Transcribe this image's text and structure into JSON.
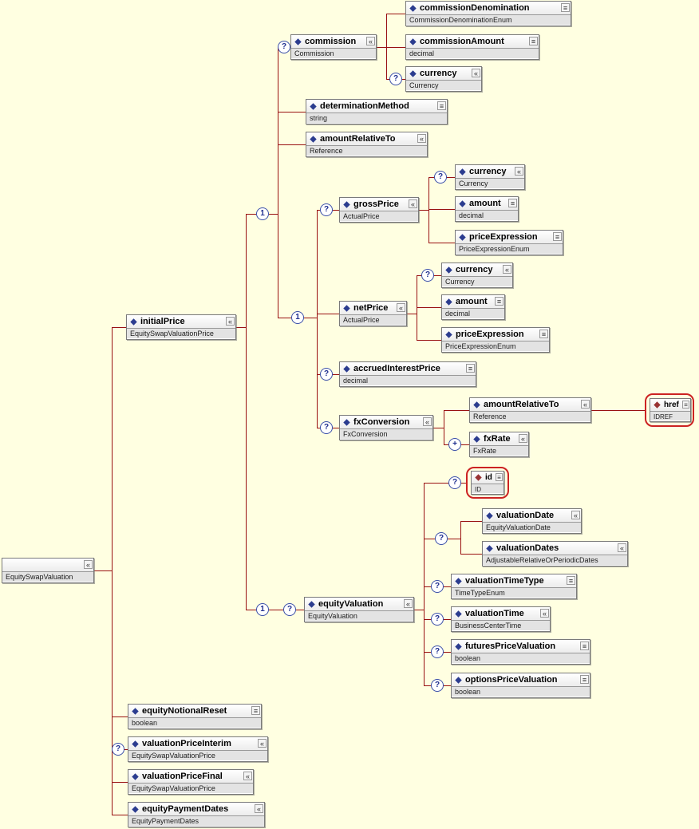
{
  "app": {
    "description": "XML schema diagram",
    "root_element": "EquitySwapValuation"
  },
  "indicators": {
    "optional": "?",
    "choice": "1",
    "one_or_more": "+"
  },
  "colors": {
    "background": "#FFFFE1",
    "connector": "#991111",
    "element_accent": "#2B3C8F",
    "attribute_accent": "#993333",
    "attribute_outline": "#CC2222"
  },
  "nodes": {
    "root": {
      "name": "",
      "type": "EquitySwapValuation"
    },
    "initialPrice": {
      "name": "initialPrice",
      "type": "EquitySwapValuationPrice"
    },
    "commission": {
      "name": "commission",
      "type": "Commission"
    },
    "commissionDenomination": {
      "name": "commissionDenomination",
      "type": "CommissionDenominationEnum"
    },
    "commissionAmount": {
      "name": "commissionAmount",
      "type": "decimal"
    },
    "currencyCommission": {
      "name": "currency",
      "type": "Currency"
    },
    "determinationMethod": {
      "name": "determinationMethod",
      "type": "string"
    },
    "amountRelativeTo": {
      "name": "amountRelativeTo",
      "type": "Reference"
    },
    "grossPrice": {
      "name": "grossPrice",
      "type": "ActualPrice"
    },
    "currencyGross": {
      "name": "currency",
      "type": "Currency"
    },
    "amountGross": {
      "name": "amount",
      "type": "decimal"
    },
    "priceExpressionGross": {
      "name": "priceExpression",
      "type": "PriceExpressionEnum"
    },
    "netPrice": {
      "name": "netPrice",
      "type": "ActualPrice"
    },
    "currencyNet": {
      "name": "currency",
      "type": "Currency"
    },
    "amountNet": {
      "name": "amount",
      "type": "decimal"
    },
    "priceExpressionNet": {
      "name": "priceExpression",
      "type": "PriceExpressionEnum"
    },
    "accruedInterestPrice": {
      "name": "accruedInterestPrice",
      "type": "decimal"
    },
    "fxConversion": {
      "name": "fxConversion",
      "type": "FxConversion"
    },
    "amountRelativeToFx": {
      "name": "amountRelativeTo",
      "type": "Reference"
    },
    "href": {
      "name": "href",
      "type": "IDREF"
    },
    "fxRate": {
      "name": "fxRate",
      "type": "FxRate"
    },
    "equityValuation": {
      "name": "equityValuation",
      "type": "EquityValuation"
    },
    "id": {
      "name": "id",
      "type": "ID"
    },
    "valuationDate": {
      "name": "valuationDate",
      "type": "EquityValuationDate"
    },
    "valuationDates": {
      "name": "valuationDates",
      "type": "AdjustableRelativeOrPeriodicDates"
    },
    "valuationTimeType": {
      "name": "valuationTimeType",
      "type": "TimeTypeEnum"
    },
    "valuationTime": {
      "name": "valuationTime",
      "type": "BusinessCenterTime"
    },
    "futuresPriceValuation": {
      "name": "futuresPriceValuation",
      "type": "boolean"
    },
    "optionsPriceValuation": {
      "name": "optionsPriceValuation",
      "type": "boolean"
    },
    "equityNotionalReset": {
      "name": "equityNotionalReset",
      "type": "boolean"
    },
    "valuationPriceInterim": {
      "name": "valuationPriceInterim",
      "type": "EquitySwapValuationPrice"
    },
    "valuationPriceFinal": {
      "name": "valuationPriceFinal",
      "type": "EquitySwapValuationPrice"
    },
    "equityPaymentDates": {
      "name": "equityPaymentDates",
      "type": "EquityPaymentDates"
    }
  }
}
